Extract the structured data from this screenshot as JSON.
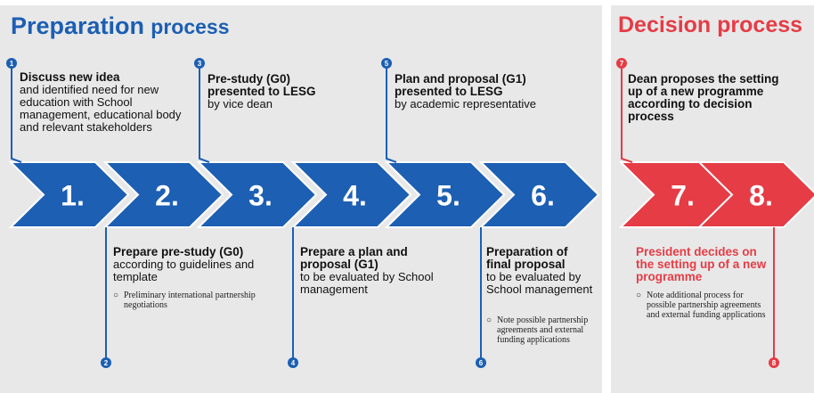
{
  "titles": {
    "preparation_word1": "Preparation",
    "preparation_word2": "process",
    "decision": "Decision process"
  },
  "colors": {
    "blue": "#1c5fb3",
    "red": "#e53c46",
    "panel": "#e8e8e8"
  },
  "chevrons": [
    "1.",
    "2.",
    "3.",
    "4.",
    "5.",
    "6.",
    "7.",
    "8."
  ],
  "markers": [
    "1",
    "2",
    "3",
    "4",
    "5",
    "6",
    "7",
    "8"
  ],
  "steps": {
    "s1": {
      "heading": "Discuss new idea",
      "body": "and identified need for new education with School management, educational body and relevant stakeholders"
    },
    "s2": {
      "heading": "Prepare pre-study (G0)",
      "body": "according to guidelines and template",
      "sub": "Preliminary international partnership negotiations"
    },
    "s3": {
      "heading": "Pre-study (G0) presented to LESG",
      "body": "by vice dean"
    },
    "s4": {
      "heading": "Prepare a plan and proposal (G1)",
      "body": "to be evaluated by School management"
    },
    "s5": {
      "heading": "Plan and proposal (G1) presented to LESG",
      "body": "by academic representative"
    },
    "s6": {
      "heading": "Preparation of final proposal",
      "body": "to be evaluated by School management",
      "sub": "Note possible partnership agreements and external funding applications"
    },
    "s7": {
      "heading": "Dean proposes the setting up of a new programme according to decision process"
    },
    "s8": {
      "heading": "President decides on the setting up of a new programme",
      "sub": "Note additional process for possible partnership agreements and external funding applications"
    }
  }
}
